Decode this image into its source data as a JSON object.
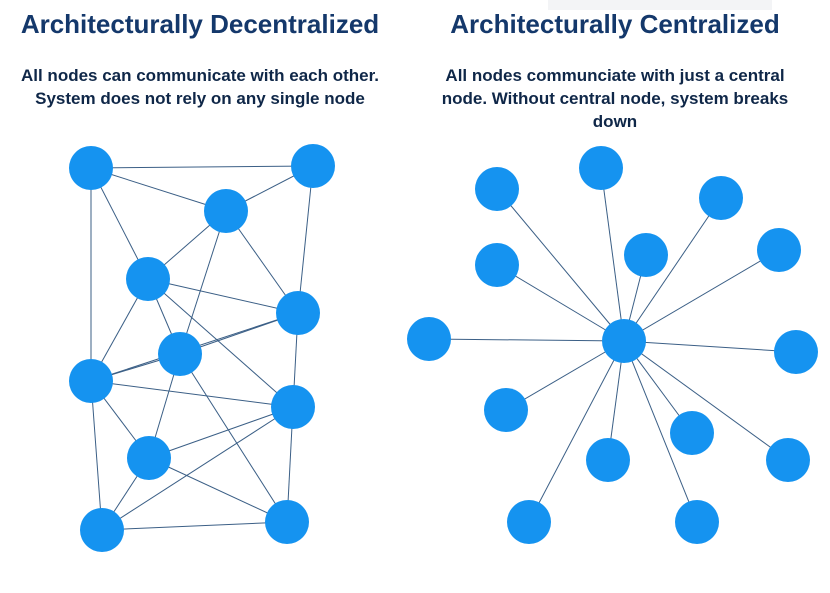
{
  "colors": {
    "title": "#14386b",
    "description": "#0f2748",
    "node": "#1593f0",
    "edge": "#3b5f86"
  },
  "decentralized": {
    "title": "Architecturally Decentralized",
    "description": "All nodes can communicate with each other. System does not rely on any single node"
  },
  "centralized": {
    "title": "Architecturally Centralized",
    "description": "All nodes communciate with just a central node. Without central node, system breaks down"
  }
}
